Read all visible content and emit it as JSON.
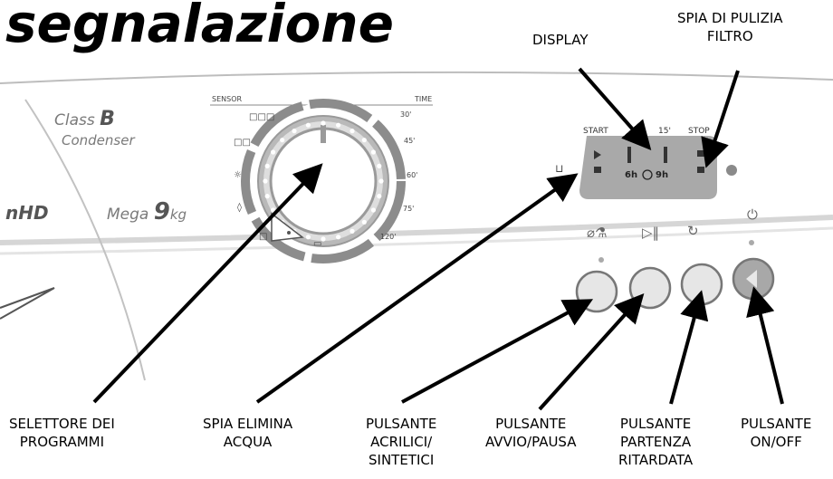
{
  "heading": "segnalazione",
  "panel": {
    "brand_class_prefix": "Class",
    "brand_class_letter": "B",
    "brand_type": "Condenser",
    "brand_line": "nHD",
    "capacity_prefix": "Mega",
    "capacity_value": "9",
    "capacity_unit": "kg",
    "dial_sensor_label": "SENSOR",
    "dial_time_label": "TIME",
    "time_marks": [
      "30'",
      "45'",
      "60'",
      "75'",
      "120'"
    ],
    "display_labels": {
      "start": "START",
      "mid": "15'",
      "stop": "STOP"
    },
    "display_times": {
      "left": "6h",
      "right": "9h"
    }
  },
  "callouts_top": [
    {
      "id": "display",
      "lines": [
        "DISPLAY"
      ]
    },
    {
      "id": "filter-light",
      "lines": [
        "SPIA DI PULIZIA",
        "FILTRO"
      ]
    }
  ],
  "callouts_bottom": [
    {
      "id": "program-selector",
      "lines": [
        "SELETTORE DEI",
        "PROGRAMMI"
      ]
    },
    {
      "id": "drain-light",
      "lines": [
        "SPIA ELIMINA",
        "ACQUA"
      ]
    },
    {
      "id": "acrylic-button",
      "lines": [
        "PULSANTE",
        "ACRILICI/",
        "SINTETICI"
      ]
    },
    {
      "id": "start-pause-button",
      "lines": [
        "PULSANTE",
        "AVVIO/PAUSA"
      ]
    },
    {
      "id": "delay-button",
      "lines": [
        "PULSANTE",
        "PARTENZA",
        "RITARDATA"
      ]
    },
    {
      "id": "onoff-button",
      "lines": [
        "PULSANTE",
        "ON/OFF"
      ]
    }
  ],
  "colors": {
    "panel_display": "#a9a9a9",
    "button_face": "#e6e6e6",
    "onoff_face": "#a8a8a8",
    "dial_ring": "#8c8c8c"
  }
}
